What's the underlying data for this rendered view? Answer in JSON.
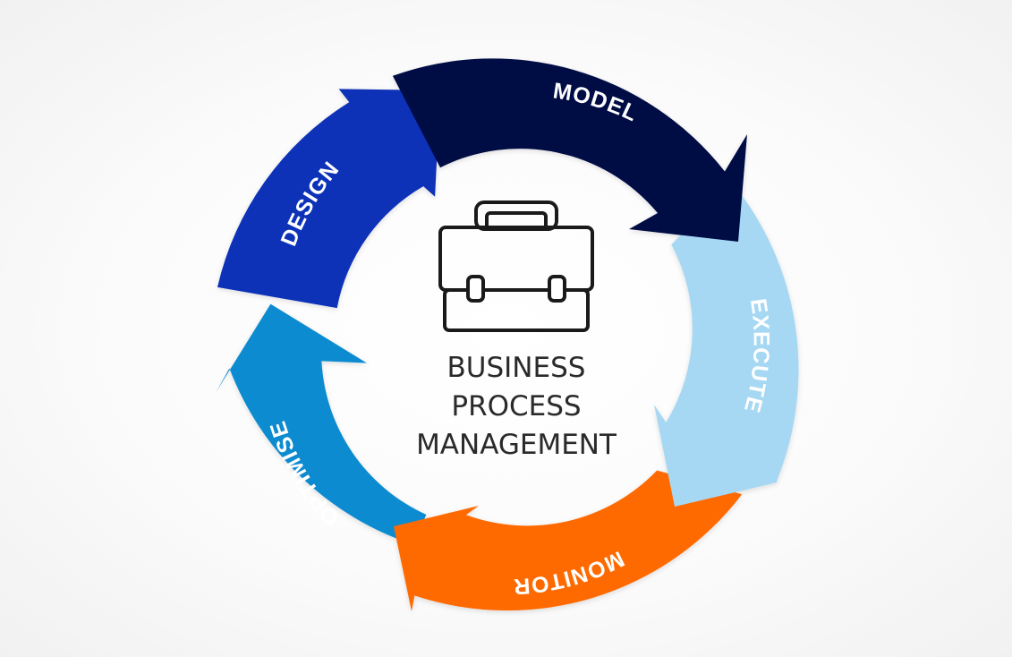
{
  "diagram": {
    "center": {
      "icon": "briefcase-icon",
      "lines": [
        "BUSINESS",
        "PROCESS",
        "MANAGEMENT"
      ]
    },
    "segments": [
      {
        "label": "MODEL",
        "color": "#020b45"
      },
      {
        "label": "EXECUTE",
        "color": "#a6d8f4"
      },
      {
        "label": "MONITOR",
        "color": "#ff6a00"
      },
      {
        "label": "OPTIMISE",
        "color": "#0a8bd0"
      },
      {
        "label": "DESIGN",
        "color": "#0a33b8"
      }
    ]
  }
}
